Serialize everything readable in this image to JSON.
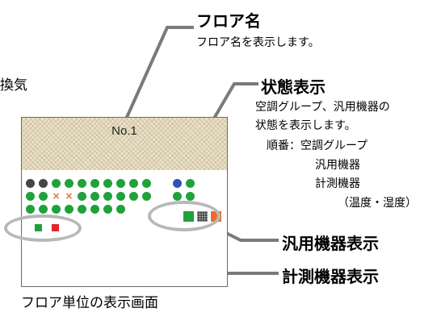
{
  "left_fragment": "換気",
  "panel": {
    "floor_no": "No.1",
    "caption": "フロア単位の表示画面"
  },
  "callouts": {
    "floor_name": {
      "title": "フロア名",
      "desc": "フロア名を表示します。"
    },
    "status": {
      "title": "状態表示",
      "desc_lines": [
        "空調グループ、汎用機器の",
        "状態を表示します。"
      ],
      "order_label": "順番：空調グループ",
      "order_items": [
        "汎用機器",
        "計測機器",
        "（温度・湿度）"
      ]
    },
    "general_equipment": {
      "title": "汎用機器表示"
    },
    "measurement_equipment": {
      "title": "計測機器表示"
    }
  },
  "colors": {
    "status_green": "#1fa23a",
    "status_dark": "#454545",
    "status_blue": "#2f53b3",
    "status_orange": "#ef6a2a",
    "status_red": "#e0262a",
    "leader_gray": "#7a7a7a"
  },
  "icons": [
    "status-dot",
    "error-cross-icon",
    "equipment-square",
    "measurement-square"
  ]
}
